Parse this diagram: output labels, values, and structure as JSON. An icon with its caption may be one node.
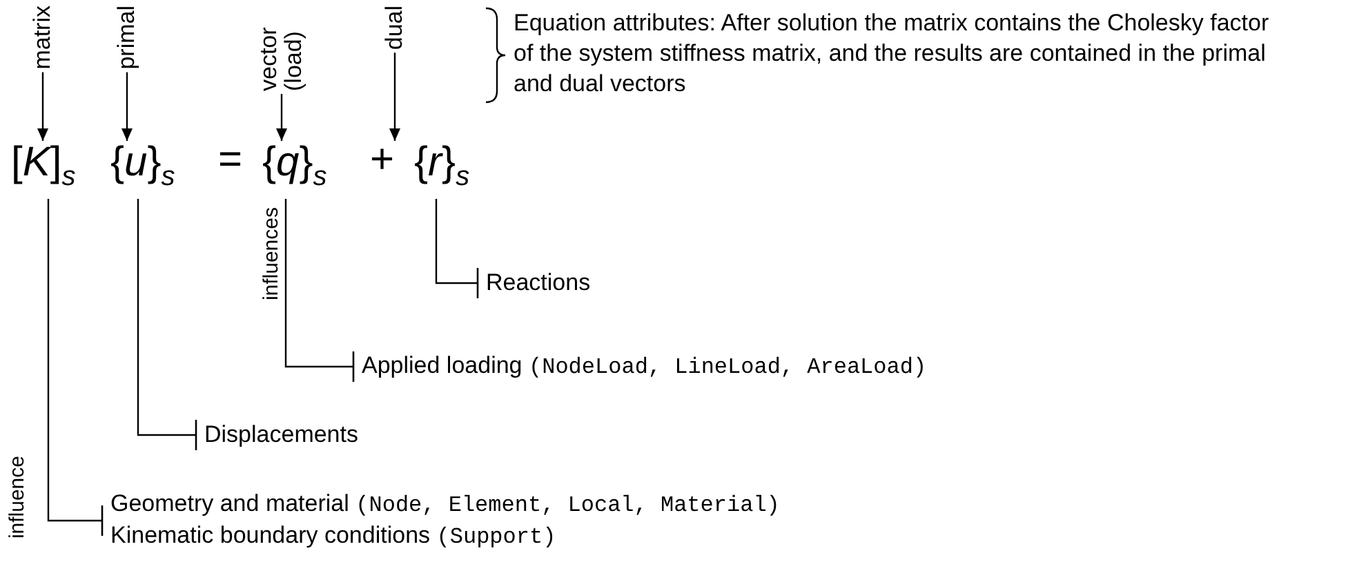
{
  "diagram": {
    "nodes": [
      {
        "text": [
          "matrix"
        ]
      },
      {
        "text": [
          "primal"
        ]
      },
      {
        "text": [
          "vector (load)"
        ]
      },
      {
        "text": [
          "dual"
        ]
      },
      {
        "text": [
          "[*K*]$_{s}$"
        ]
      },
      {
        "text": [
          "{*u*}$_{s}$"
        ]
      },
      {
        "text": [
          "{*q*}$_{s}$"
        ]
      },
      {
        "text": [
          "{*r*}$_{s}$"
        ]
      },
      {
        "text": [
          "Reactions"
        ]
      },
      {
        "text": [
          "Applied loading",
          "(NodeLoad, LineLoad, AreaLoad)"
        ]
      },
      {
        "text": [
          "Displacements"
        ]
      },
      {
        "text": [
          "Geometry and material",
          "(Node, Element, Local, Material)",
          "Kinematic boundary conditions",
          "(Support)"
        ]
      },
      {
        "text": [
          "Equation attributes: After solution the matrix contains the Cholesky factor of the system stiffness matrix, and the results are contained in the primal and dual vectors"
        ]
      }
    ],
    "edges": [
      {
        "from": 0,
        "to": 4,
        "arrow": "to"
      },
      {
        "from": 1,
        "to": 5,
        "arrow": "to"
      },
      {
        "from": 2,
        "to": 6,
        "arrow": "to"
      },
      {
        "from": 3,
        "to": 7,
        "arrow": "to"
      },
      {
        "from": 7,
        "to": 8,
        "arrow": "other"
      },
      {
        "from": 6,
        "to": 9,
        "arrow": "other",
        "label": "influences"
      },
      {
        "from": 5,
        "to": 10,
        "arrow": "other"
      },
      {
        "from": 4,
        "to": 11,
        "arrow": "other",
        "label": "influence"
      }
    ],
    "labels": [
      "=",
      "+"
    ]
  }
}
